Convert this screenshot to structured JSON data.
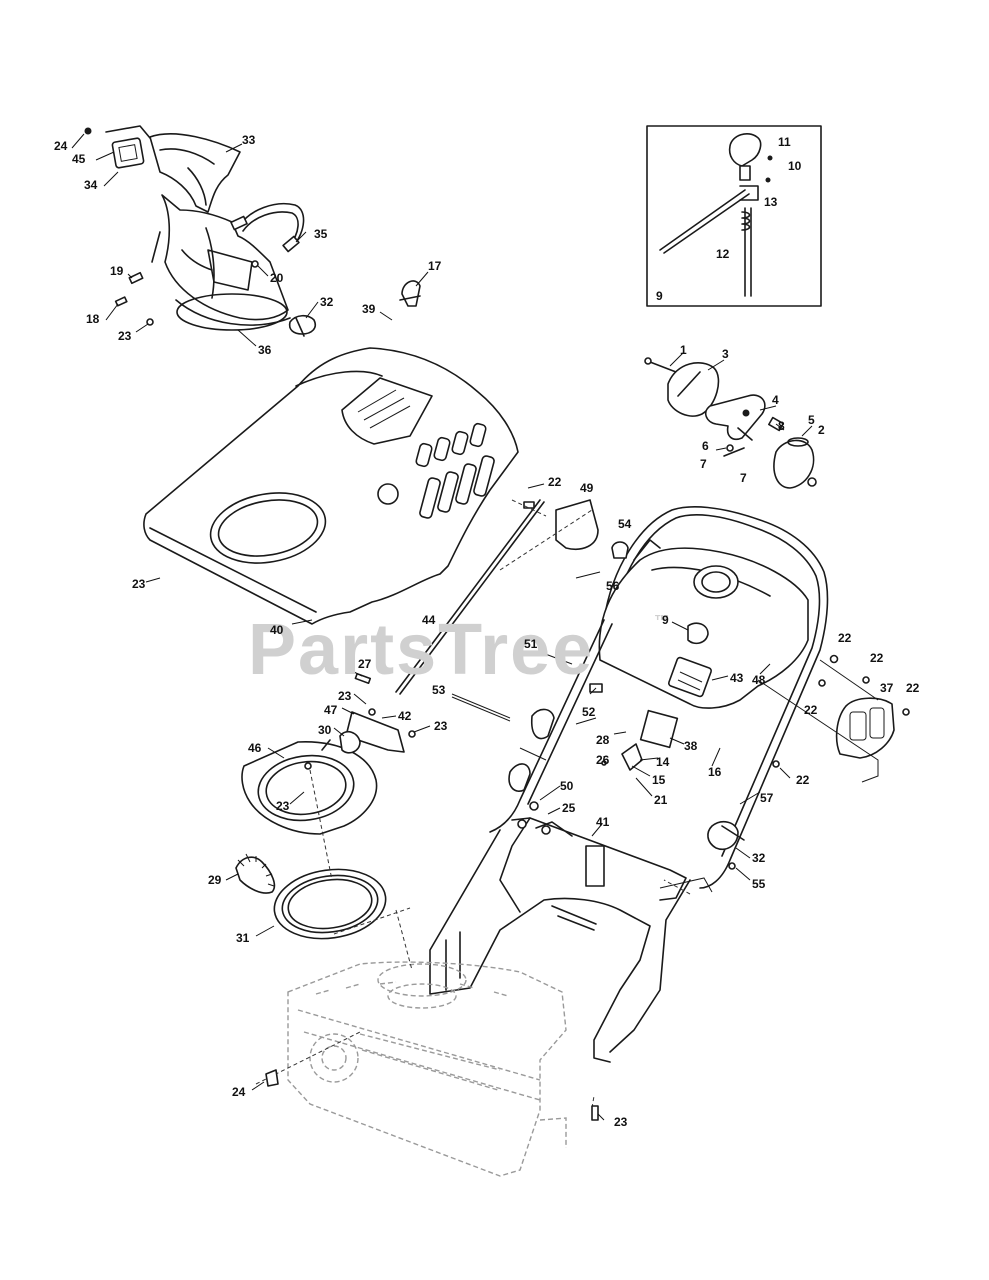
{
  "watermark": {
    "text": "PartsTree",
    "trademark": "™"
  },
  "inset": {
    "label": "9"
  },
  "callouts": {
    "c1": "1",
    "c2": "2",
    "c3": "3",
    "c4": "4",
    "c5": "5",
    "c6": "6",
    "c7a": "7",
    "c7b": "7",
    "c8": "8",
    "c9a": "9",
    "c9b": "9",
    "c10": "10",
    "c11": "11",
    "c12": "12",
    "c13": "13",
    "c14": "14",
    "c15": "15",
    "c16": "16",
    "c17": "17",
    "c18": "18",
    "c19": "19",
    "c20": "20",
    "c21": "21",
    "c22a": "22",
    "c22b": "22",
    "c22c": "22",
    "c22d": "22",
    "c22e": "22",
    "c22f": "22",
    "c23a": "23",
    "c23b": "23",
    "c23c": "23",
    "c23d": "23",
    "c23e": "23",
    "c23f": "23",
    "c24a": "24",
    "c24b": "24",
    "c25": "25",
    "c26": "26",
    "c27": "27",
    "c28": "28",
    "c29": "29",
    "c30": "30",
    "c31": "31",
    "c32a": "32",
    "c32b": "32",
    "c33": "33",
    "c34": "34",
    "c35": "35",
    "c36": "36",
    "c37": "37",
    "c38": "38",
    "c39": "39",
    "c40": "40",
    "c41": "41",
    "c42": "42",
    "c43": "43",
    "c44": "44",
    "c45": "45",
    "c46": "46",
    "c47": "47",
    "c48": "48",
    "c49": "49",
    "c50": "50",
    "c51": "51",
    "c52": "52",
    "c53": "53",
    "c54": "54",
    "c55": "55",
    "c56": "56",
    "c57": "57"
  }
}
